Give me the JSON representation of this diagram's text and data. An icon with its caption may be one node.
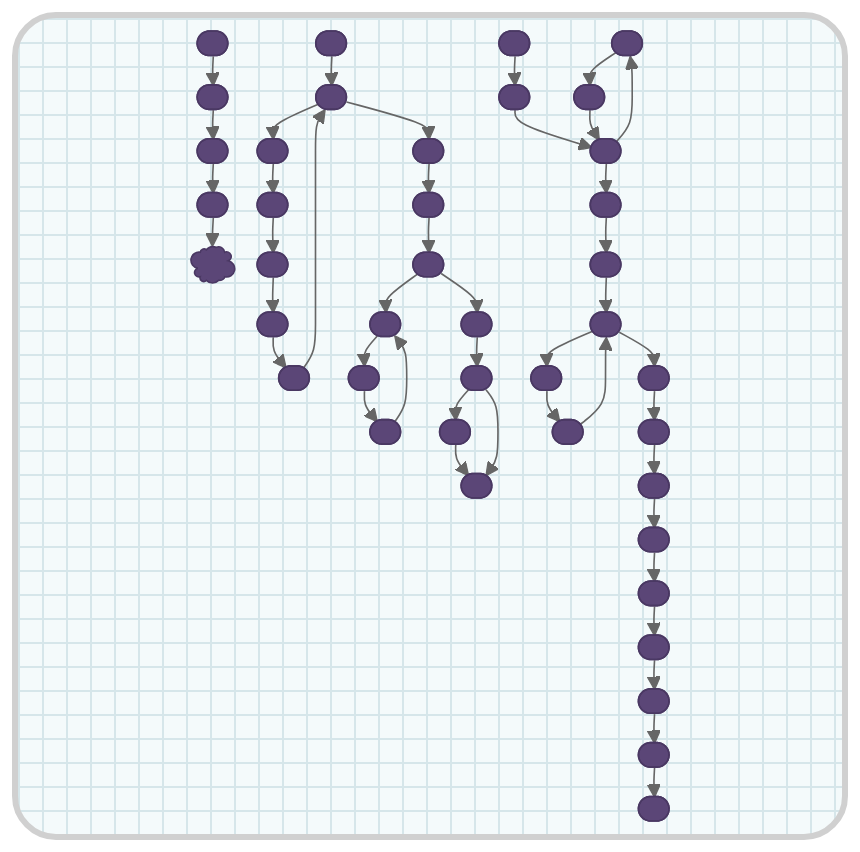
{
  "diagram": {
    "nodes": [
      {
        "text": [],
        "shape": "ellipse"
      },
      {
        "text": [],
        "shape": "ellipse"
      },
      {
        "text": [],
        "shape": "cloud"
      },
      {
        "text": [],
        "shape": "ellipse"
      },
      {
        "text": [],
        "shape": "ellipse"
      },
      {
        "text": [],
        "shape": "ellipse"
      },
      {
        "text": [],
        "shape": "ellipse"
      },
      {
        "text": [],
        "shape": "ellipse"
      },
      {
        "text": [],
        "shape": "ellipse"
      },
      {
        "text": [],
        "shape": "ellipse"
      },
      {
        "text": [],
        "shape": "ellipse"
      },
      {
        "text": [],
        "shape": "ellipse"
      },
      {
        "text": [],
        "shape": "ellipse"
      },
      {
        "text": [],
        "shape": "ellipse"
      },
      {
        "text": [],
        "shape": "ellipse"
      },
      {
        "text": [],
        "shape": "ellipse"
      },
      {
        "text": [],
        "shape": "ellipse"
      },
      {
        "text": [],
        "shape": "ellipse"
      },
      {
        "text": [],
        "shape": "ellipse"
      },
      {
        "text": [],
        "shape": "ellipse"
      },
      {
        "text": [],
        "shape": "ellipse"
      },
      {
        "text": [],
        "shape": "ellipse"
      },
      {
        "text": [],
        "shape": "ellipse"
      },
      {
        "text": [],
        "shape": "ellipse"
      },
      {
        "text": [],
        "shape": "ellipse"
      },
      {
        "text": [],
        "shape": "ellipse"
      },
      {
        "text": [],
        "shape": "ellipse"
      },
      {
        "text": [],
        "shape": "ellipse"
      },
      {
        "text": [],
        "shape": "ellipse"
      },
      {
        "text": [],
        "shape": "ellipse"
      },
      {
        "text": [],
        "shape": "ellipse"
      },
      {
        "text": [],
        "shape": "ellipse"
      },
      {
        "text": [],
        "shape": "ellipse"
      },
      {
        "text": [],
        "shape": "ellipse"
      },
      {
        "text": [],
        "shape": "ellipse"
      },
      {
        "text": [],
        "shape": "ellipse"
      },
      {
        "text": [],
        "shape": "ellipse"
      },
      {
        "text": [],
        "shape": "ellipse"
      },
      {
        "text": [],
        "shape": "ellipse"
      },
      {
        "text": [],
        "shape": "ellipse"
      },
      {
        "text": [],
        "shape": "ellipse"
      }
    ],
    "edges": [
      {
        "from": 0,
        "to": 4,
        "arrow": "to"
      },
      {
        "from": 4,
        "to": 3,
        "arrow": "to"
      },
      {
        "from": 4,
        "to": 5,
        "arrow": "to"
      },
      {
        "from": 3,
        "to": 7,
        "arrow": "to"
      },
      {
        "from": 7,
        "to": 14,
        "arrow": "to"
      },
      {
        "from": 14,
        "to": 15,
        "arrow": "to"
      },
      {
        "from": 15,
        "to": 9,
        "arrow": "to"
      },
      {
        "from": 9,
        "to": 4,
        "arrow": "to"
      },
      {
        "from": 5,
        "to": 1,
        "arrow": "to"
      },
      {
        "from": 1,
        "to": 11,
        "arrow": "to"
      },
      {
        "from": 11,
        "to": 8,
        "arrow": "to"
      },
      {
        "from": 8,
        "to": 13,
        "arrow": "to"
      },
      {
        "from": 13,
        "to": 12,
        "arrow": "to"
      },
      {
        "from": 12,
        "to": 8,
        "arrow": "to"
      },
      {
        "from": 11,
        "to": 17,
        "arrow": "to"
      },
      {
        "from": 17,
        "to": 19,
        "arrow": "to"
      },
      {
        "from": 6,
        "to": 2,
        "arrow": "to"
      },
      {
        "from": 10,
        "to": 6,
        "arrow": "to"
      },
      {
        "from": 16,
        "to": 10,
        "arrow": "to"
      },
      {
        "from": 18,
        "to": 16,
        "arrow": "to"
      },
      {
        "from": 29,
        "to": 24,
        "arrow": "to"
      },
      {
        "from": 27,
        "to": 29,
        "arrow": "to"
      },
      {
        "from": 33,
        "to": 27,
        "arrow": "to"
      },
      {
        "from": 37,
        "to": 33,
        "arrow": "to"
      },
      {
        "from": 40,
        "to": 37,
        "arrow": "to"
      },
      {
        "from": 39,
        "to": 40,
        "arrow": "to"
      },
      {
        "from": 36,
        "to": 39,
        "arrow": "to"
      },
      {
        "from": 32,
        "to": 36,
        "arrow": "to"
      },
      {
        "from": 19,
        "to": 20,
        "arrow": "to"
      },
      {
        "from": 20,
        "to": 26,
        "arrow": "to"
      },
      {
        "from": 19,
        "to": 26,
        "arrow": "to"
      },
      {
        "from": 23,
        "to": 25,
        "arrow": "to"
      },
      {
        "from": 25,
        "to": 22,
        "arrow": "to"
      },
      {
        "from": 22,
        "to": 21,
        "arrow": "to"
      },
      {
        "from": 21,
        "to": 28,
        "arrow": "to"
      },
      {
        "from": 28,
        "to": 22,
        "arrow": "to"
      },
      {
        "from": 22,
        "to": 30,
        "arrow": "to"
      },
      {
        "from": 30,
        "to": 31,
        "arrow": "to"
      },
      {
        "from": 31,
        "to": 35,
        "arrow": "to"
      },
      {
        "from": 35,
        "to": 34,
        "arrow": "to"
      },
      {
        "from": 34,
        "to": 38,
        "arrow": "to"
      },
      {
        "from": 38,
        "to": 35,
        "arrow": "to"
      },
      {
        "from": 35,
        "to": 32,
        "arrow": "to"
      }
    ]
  }
}
